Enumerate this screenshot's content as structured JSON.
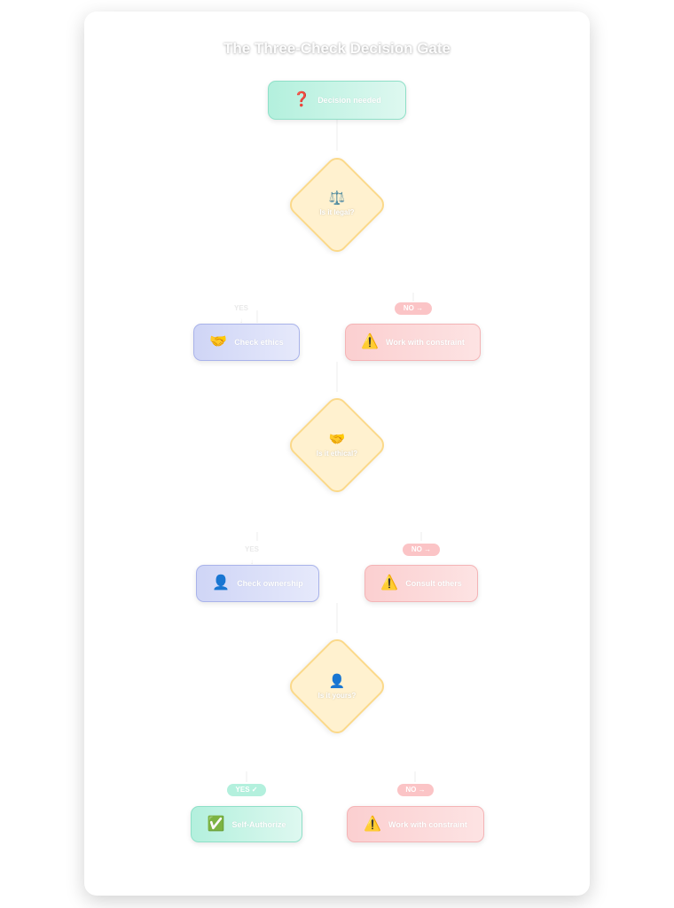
{
  "title": "The Three-Check Decision Gate",
  "start": {
    "icon": "❓",
    "label": "Decision needed"
  },
  "gates": [
    {
      "question": "Is it legal?",
      "icon": "⚖️",
      "yes": {
        "badge": "YES ↓",
        "icon": "🤝",
        "label": "Check ethics"
      },
      "no": {
        "badge": "NO →",
        "icon": "⚠️",
        "label": "Work with constraint"
      }
    },
    {
      "question": "Is it ethical?",
      "icon": "🤝",
      "yes": {
        "badge": "YES ↓",
        "icon": "👤",
        "label": "Check ownership"
      },
      "no": {
        "badge": "NO →",
        "icon": "⚠️",
        "label": "Consult others"
      }
    },
    {
      "question": "Is it yours?",
      "icon": "👤",
      "yes": {
        "badge": "YES ✓",
        "icon": "✅",
        "label": "Self-Authorize"
      },
      "no": {
        "badge": "NO →",
        "icon": "⚠️",
        "label": "Work with constraint"
      }
    }
  ],
  "colors": {
    "start": "#b3f0dd",
    "diamond": "#fff1cf",
    "diamond_border": "#fbd98a",
    "yes_path": "#cfd5f6",
    "no_path": "#fbcfd0",
    "success": "#b3f0dd"
  }
}
